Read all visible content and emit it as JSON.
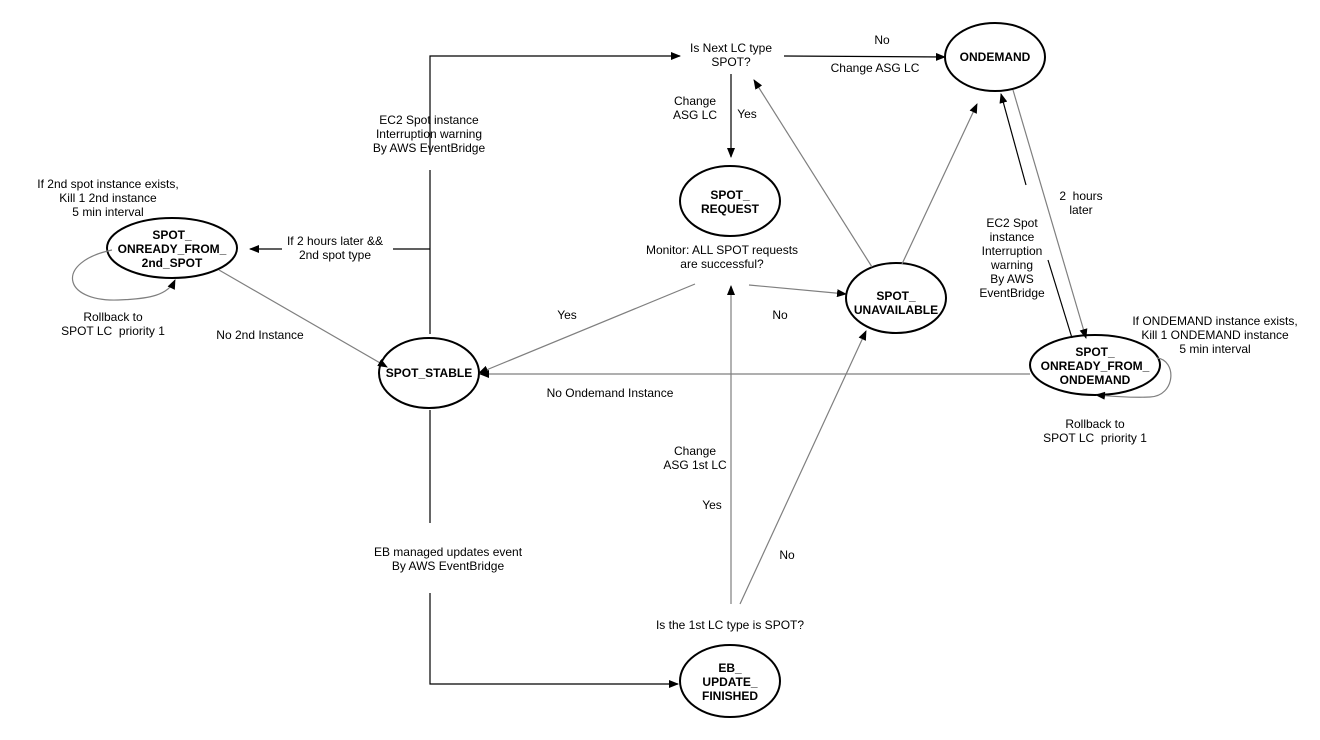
{
  "colors": {
    "background": "#ffffff",
    "line": "#000000",
    "gray_line": "#7f7f7f"
  },
  "nodes": {
    "ondemand": "ONDEMAND",
    "spot_request": "SPOT_\nREQUEST",
    "spot_onready_from_2nd_spot": "SPOT_\nONREADY_FROM_\n2nd_SPOT",
    "spot_stable": "SPOT_STABLE",
    "spot_unavailable": "SPOT_\nUNAVAILABLE",
    "spot_onready_from_ondemand": "SPOT_\nONREADY_FROM_\nONDEMAND",
    "eb_update_finished": "EB_\nUPDATE_\nFINISHED"
  },
  "decisions": {
    "next_lc_spot": "Is Next LC type\nSPOT?",
    "monitor_spot": "Monitor: ALL SPOT requests\nare successful?",
    "first_lc_spot": "Is the 1st LC type is SPOT?"
  },
  "edges": {
    "no_top": "No",
    "change_asg_lc_right": "Change ASG LC",
    "change_asg_lc_left": "Change\nASG LC",
    "yes_request": "Yes",
    "ec2_interruption": "EC2 Spot instance\nInterruption warning\nBy AWS EventBridge",
    "two_hours_2nd_spot": "If 2 hours later &&\n2nd spot type",
    "kill_2nd_spot": "If 2nd spot instance exists,\nKill 1 2nd instance\n5 min interval",
    "rollback_left": "Rollback to\nSPOT LC  priority 1",
    "no_2nd_instance": "No 2nd Instance",
    "yes_stable": "Yes",
    "no_unavailable": "No",
    "ec2_interruption_right": "EC2 Spot\ninstance\nInterruption\nwarning\nBy AWS\nEventBridge",
    "two_hours_later": "2  hours\nlater",
    "kill_ondemand": "If ONDEMAND instance exists,\nKill 1 ONDEMAND instance\n5 min interval",
    "rollback_right": "Rollback to\nSPOT LC  priority 1",
    "no_ondemand_instance": "No Ondemand Instance",
    "change_asg_1st_lc": "Change\nASG 1st LC",
    "yes_first_lc": "Yes",
    "no_first_lc": "No",
    "eb_managed_updates": "EB managed updates event\nBy AWS EventBridge"
  }
}
